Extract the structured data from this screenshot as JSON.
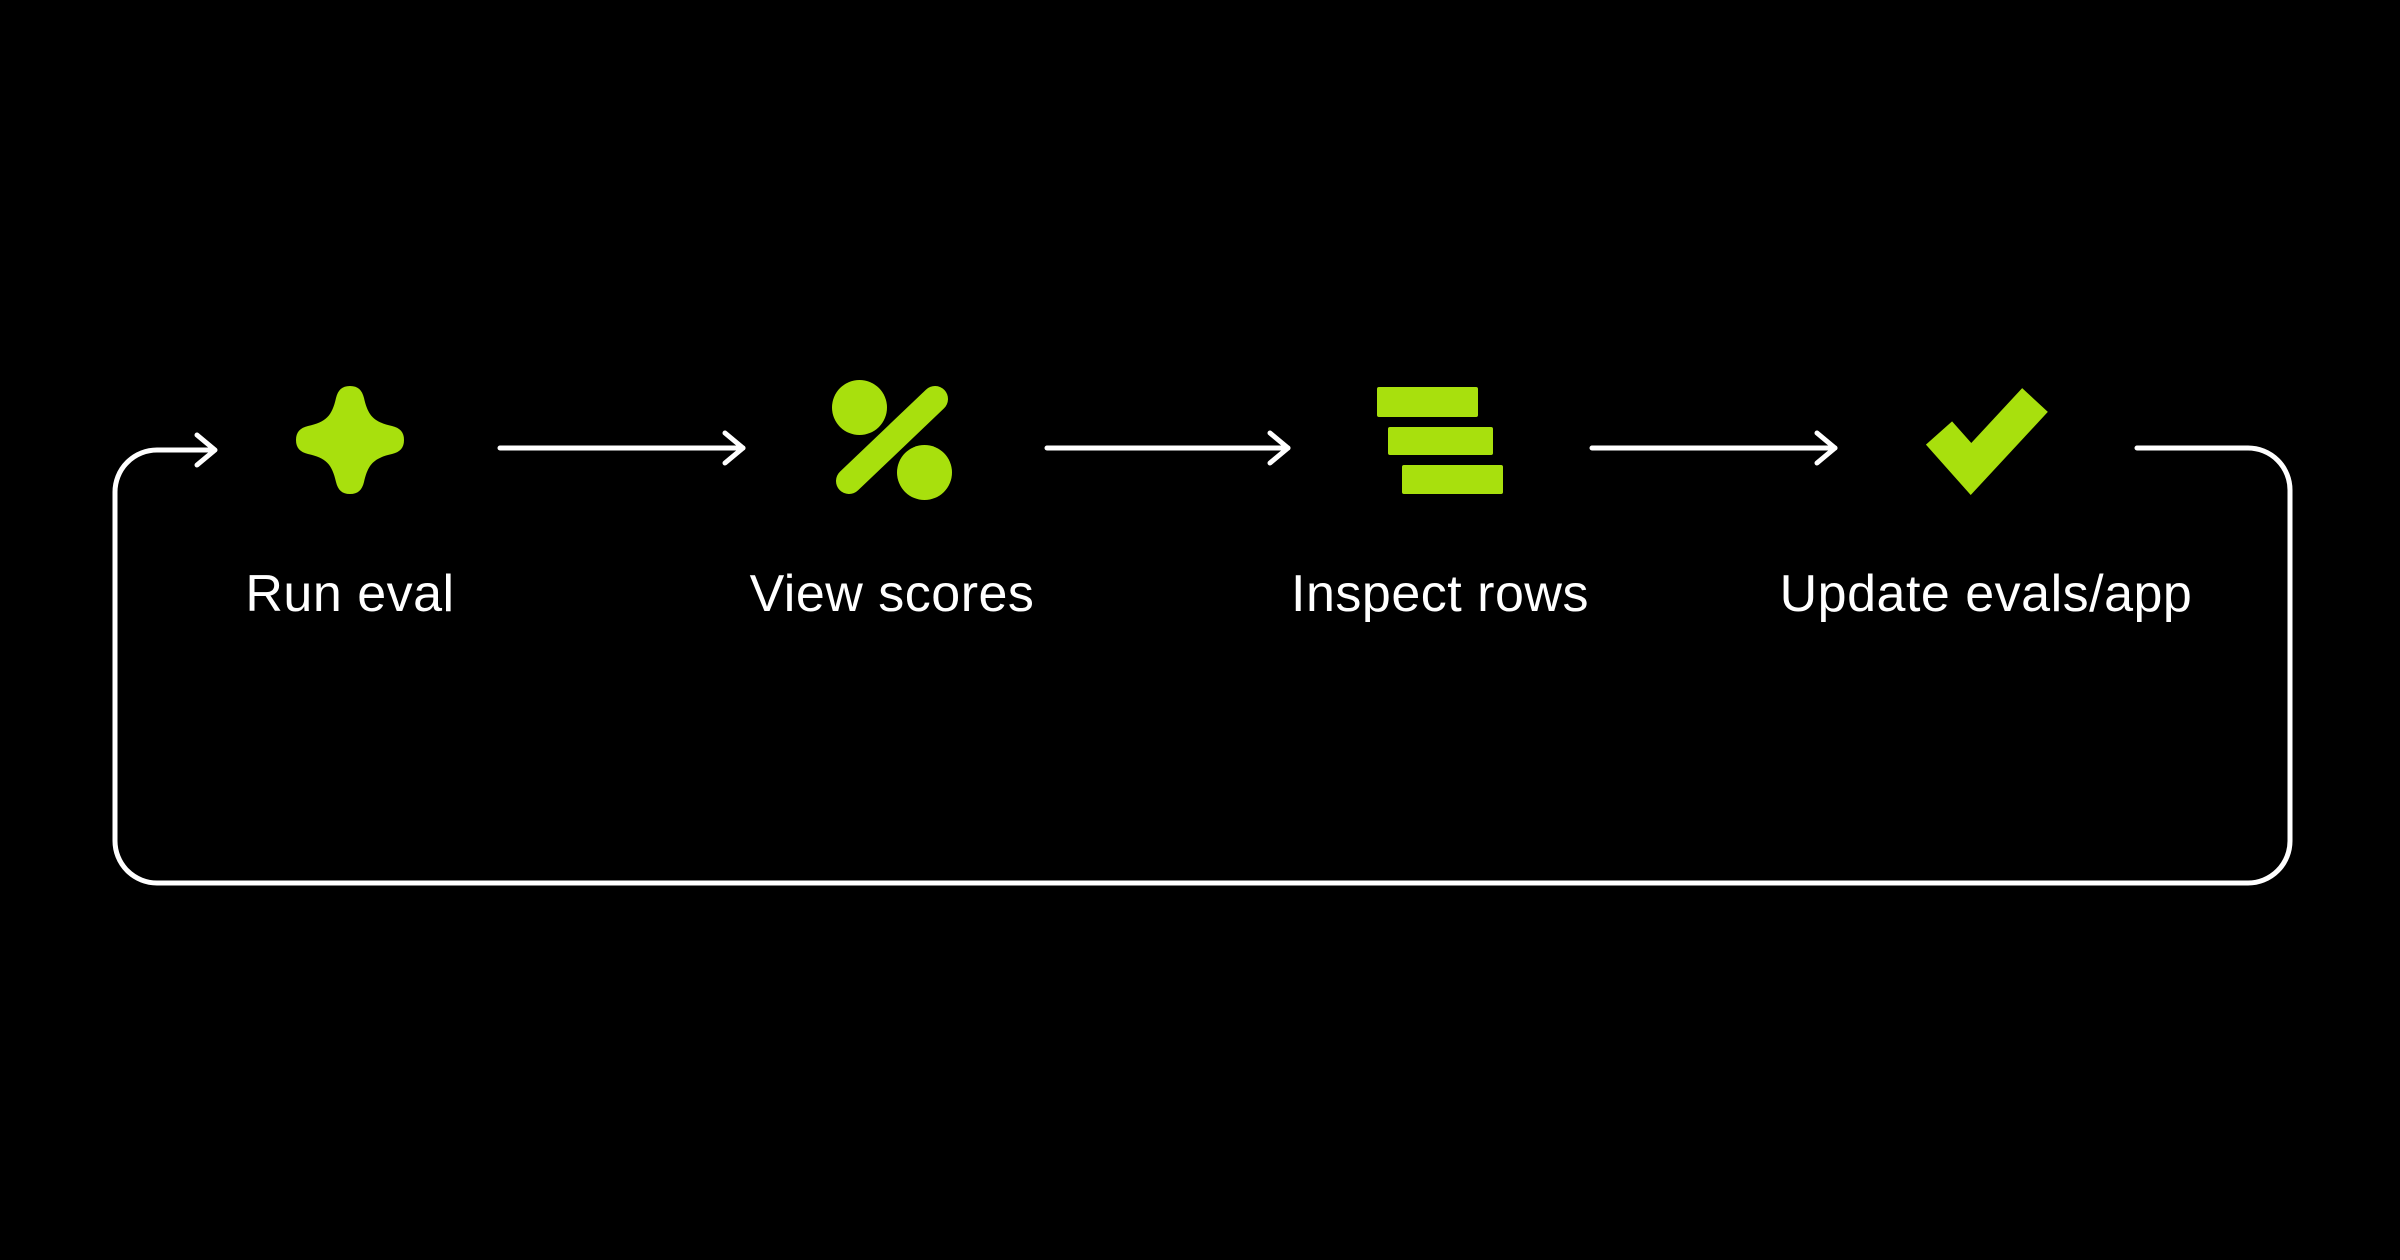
{
  "diagram": {
    "colors": {
      "background": "#000000",
      "accent": "#a8e00d",
      "line": "#ffffff",
      "text": "#ffffff"
    },
    "steps": [
      {
        "id": "run-eval",
        "label": "Run eval",
        "icon": "sparkle-icon"
      },
      {
        "id": "view-scores",
        "label": "View scores",
        "icon": "percent-icon"
      },
      {
        "id": "inspect-rows",
        "label": "Inspect rows",
        "icon": "stacked-rows-icon"
      },
      {
        "id": "update",
        "label": "Update evals/app",
        "icon": "checkmark-icon"
      }
    ],
    "connectors": [
      "Run eval → View scores",
      "View scores → Inspect rows",
      "Inspect rows → Update evals/app",
      "Update evals/app → Run eval (loop back)"
    ]
  }
}
